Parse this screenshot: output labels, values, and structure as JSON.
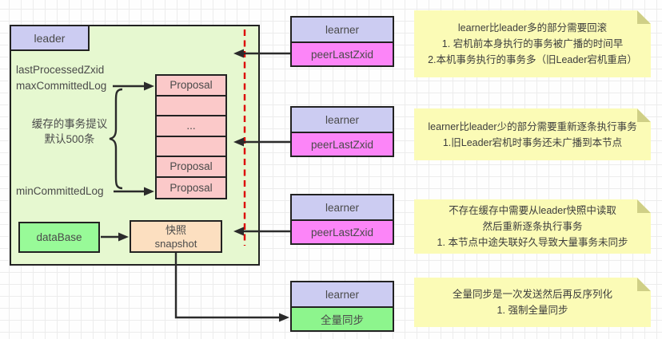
{
  "diagram": {
    "leader_panel": {
      "title": "leader",
      "last_processed_label": "lastProcessedZxid",
      "max_committed_label": "maxCommittedLog",
      "min_committed_label": "minCommittedLog",
      "cache_line1": "缓存的事务提议",
      "cache_line2": "默认500条",
      "proposals": [
        "Proposal",
        "",
        "...",
        "",
        "Proposal",
        "Proposal"
      ],
      "database_label": "dataBase",
      "snapshot_line1": "快照",
      "snapshot_line2": "snapshot"
    },
    "learners": [
      {
        "title": "learner",
        "value": "peerLastZxid"
      },
      {
        "title": "learner",
        "value": "peerLastZxid"
      },
      {
        "title": "learner",
        "value": "peerLastZxid"
      },
      {
        "title": "learner",
        "value": "全量同步"
      }
    ],
    "notes": [
      {
        "lines": [
          "learner比leader多的部分需要回滚",
          "1. 宕机前本身执行的事务被广播的时间早",
          "2.本机事务执行的事务多（旧Leader宕机重启）"
        ]
      },
      {
        "lines": [
          "learner比leader少的部分需要重新逐条执行事务",
          "1.旧Leader宕机时事务还未广播到本节点"
        ]
      },
      {
        "lines": [
          "不存在缓存中需要从leader快照中读取",
          "然后重新逐条执行事务",
          "1. 本节点中途失联好久导致大量事务未同步"
        ]
      },
      {
        "lines": [
          "全量同步是一次发送然后再反序列化",
          "1. 强制全量同步"
        ]
      }
    ],
    "colors": {
      "container_fill": "#e6f8d0",
      "leader_fill": "#ccccf2",
      "learner_header_fill": "#ccccf2",
      "proposal_fill": "#fbc9c9",
      "peer_zxid_fill": "#fc85f8",
      "full_sync_fill": "#8df58d",
      "database_fill": "#98fa98",
      "snapshot_fill": "#fcdfc0",
      "note_fill": "#fbfbb6",
      "note_fold": "#cfcf86",
      "dashed_line": "#dd0000",
      "stroke": "#2b2b2b"
    }
  }
}
